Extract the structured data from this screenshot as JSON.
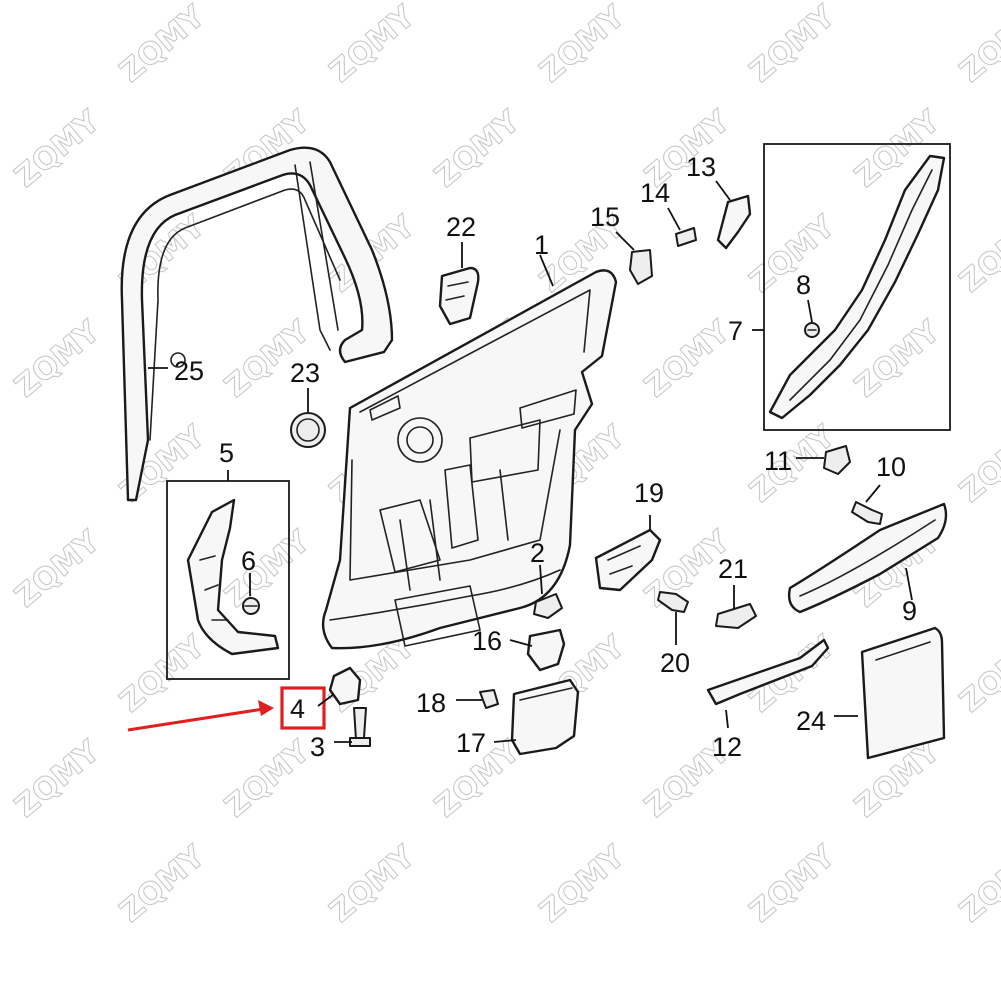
{
  "watermark": {
    "text": "ZQMY",
    "color": "#c9c9c9"
  },
  "callouts": [
    {
      "id": "1",
      "label": "1"
    },
    {
      "id": "2",
      "label": "2"
    },
    {
      "id": "3",
      "label": "3"
    },
    {
      "id": "4",
      "label": "4",
      "highlighted": true
    },
    {
      "id": "5",
      "label": "5"
    },
    {
      "id": "6",
      "label": "6"
    },
    {
      "id": "7",
      "label": "7"
    },
    {
      "id": "8",
      "label": "8"
    },
    {
      "id": "9",
      "label": "9"
    },
    {
      "id": "10",
      "label": "10"
    },
    {
      "id": "11",
      "label": "11"
    },
    {
      "id": "12",
      "label": "12"
    },
    {
      "id": "13",
      "label": "13"
    },
    {
      "id": "14",
      "label": "14"
    },
    {
      "id": "15",
      "label": "15"
    },
    {
      "id": "16",
      "label": "16"
    },
    {
      "id": "17",
      "label": "17"
    },
    {
      "id": "18",
      "label": "18"
    },
    {
      "id": "19",
      "label": "19"
    },
    {
      "id": "20",
      "label": "20"
    },
    {
      "id": "21",
      "label": "21"
    },
    {
      "id": "22",
      "label": "22"
    },
    {
      "id": "23",
      "label": "23"
    },
    {
      "id": "24",
      "label": "24"
    },
    {
      "id": "25",
      "label": "25"
    }
  ],
  "highlight": {
    "part": "4",
    "color": "#e02020"
  }
}
